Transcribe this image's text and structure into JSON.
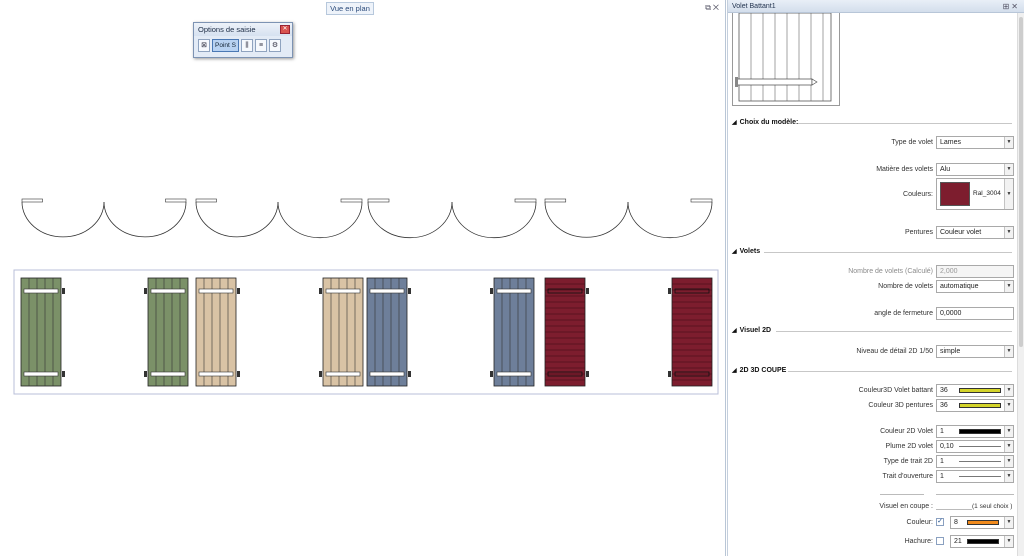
{
  "canvas": {
    "view_tab": "Vue en plan",
    "ctrls": "⧉✕"
  },
  "floatbar": {
    "title": "Options de saisie",
    "close": "✕",
    "tools": [
      {
        "name": "cross-box-tool",
        "label": "⊠"
      },
      {
        "name": "point-s-tool",
        "label": "Point S"
      },
      {
        "name": "fan-tool",
        "label": "⫼"
      },
      {
        "name": "lines-tool",
        "label": "≡"
      },
      {
        "name": "settings-tool",
        "label": "⚙"
      }
    ]
  },
  "colors": {
    "green": "#7b9168",
    "beige": "#d9c3a5",
    "blue": "#6e7f9a",
    "bordeaux": "#7d1d2e"
  },
  "panel": {
    "title": "Volet Battant1",
    "ctrls": "⊞✕",
    "sections": {
      "modele": "Choix du modèle:",
      "volets": "Volets",
      "visuel2d": "Visuel 2D",
      "coupe": "2D 3D COUPE"
    },
    "fields": {
      "type_volet": {
        "label": "Type de volet",
        "value": "Lames"
      },
      "matiere": {
        "label": "Matière des volets",
        "value": "Alu"
      },
      "couleurs": {
        "label": "Couleurs:",
        "value": "Ral_3004"
      },
      "pentures": {
        "label": "Pentures",
        "value": "Couleur volet"
      },
      "nb_calc": {
        "label": "Nombre de volets (Calculé)",
        "value": "2,000"
      },
      "nb_volets": {
        "label": "Nombre de volets",
        "value": "automatique"
      },
      "angle": {
        "label": "angle de fermeture",
        "value": "0,0000"
      },
      "niveau": {
        "label": "Niveau de détail 2D 1/50",
        "value": "simple"
      },
      "c3d_volet": {
        "label": "Couleur3D Volet battant",
        "value": "36"
      },
      "c3d_pent": {
        "label": "Couleur 3D pentures",
        "value": "36"
      },
      "c2d_volet": {
        "label": "Couleur 2D Volet",
        "value": "1"
      },
      "plume": {
        "label": "Plume 2D volet",
        "value": "0,10"
      },
      "trait": {
        "label": "Type de trait 2D",
        "value": "1"
      },
      "trait_ouv": {
        "label": "Trait d'ouverture",
        "value": "1"
      },
      "visuel_coupe": {
        "label": "Visuel en coupe :",
        "value": "(1 seul choix )"
      },
      "couleur": {
        "label": "Couleur:",
        "value": "8"
      },
      "hachure": {
        "label": "Hachure:",
        "value": "21"
      }
    },
    "swatch_colors": {
      "c3d": "#d4d42a",
      "c2d": "#000000",
      "couleur": "#f08a1c",
      "hachure": "#000000"
    },
    "checkbox_couleur_checked": "✓"
  }
}
